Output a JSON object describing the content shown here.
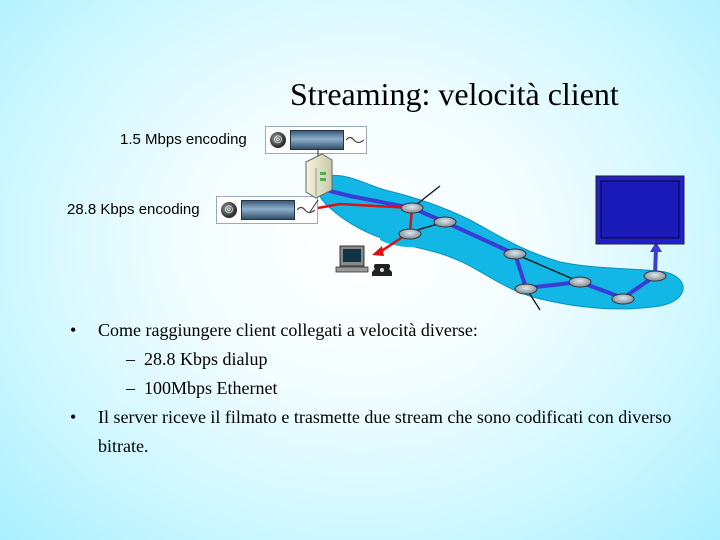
{
  "slide": {
    "title": "Streaming: velocità client",
    "encodings": [
      {
        "label": "1.5 Mbps encoding"
      },
      {
        "label": "28.8 Kbps encoding"
      }
    ],
    "bullets": [
      {
        "text": "Come raggiungere client collegati a velocità diverse:",
        "sub": [
          "28.8 Kbps dialup",
          "100Mbps Ethernet"
        ]
      },
      {
        "text": "Il server riceve il filmato e trasmette due stream che sono codificati con diverso bitrate."
      }
    ],
    "bullet_glyph": "•",
    "dash_glyph": "–",
    "icons": [
      "media-player-icon",
      "server-icon",
      "router-icon",
      "desktop-computer-icon",
      "telephone-icon",
      "monitor-icon"
    ],
    "colors": {
      "background": "#b3f1ff",
      "network_cloud": "#12b7e6",
      "stream_blue": "#3b3bd6",
      "stream_red": "#e01010",
      "monitor_frame": "#2020c8"
    }
  }
}
